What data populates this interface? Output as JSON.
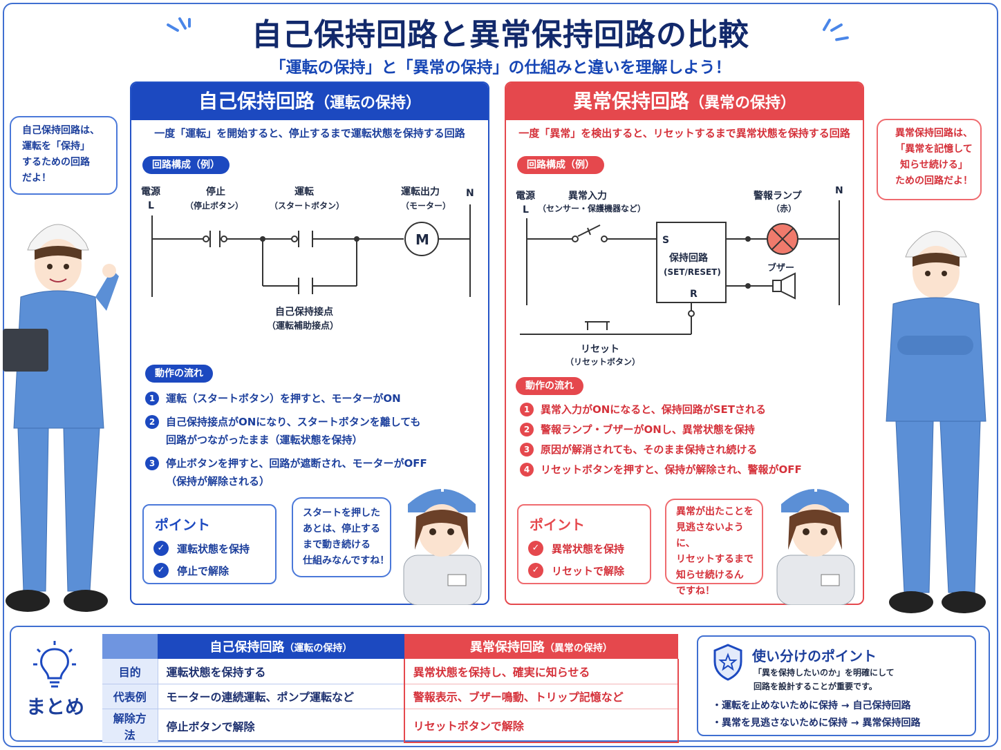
{
  "header": {
    "title": "自己保持回路と異常保持回路の比較",
    "subtitle": "「運転の保持」と「異常の保持」の仕組みと違いを理解しよう！"
  },
  "left_panel": {
    "title": "自己保持回路",
    "title_paren": "（運転の保持）",
    "description": "一度「運転」を開始すると、停止するまで運転状態を保持する回路",
    "circuit_label": "回路構成（例）",
    "circuit": {
      "power": "電源",
      "l": "L",
      "n": "N",
      "stop": "停止",
      "stop_sub": "（停止ボタン）",
      "run": "運転",
      "run_sub": "（スタートボタン）",
      "output": "運転出力",
      "output_sub": "（モーター）",
      "motor": "M",
      "hold_contact": "自己保持接点",
      "hold_contact_sub": "（運転補助接点）"
    },
    "flow_label": "動作の流れ",
    "steps": [
      {
        "num": "1",
        "text": "運転（スタートボタン）を押すと、モーターがON"
      },
      {
        "num": "2",
        "text": "自己保持接点がONになり、スタートボタンを離しても",
        "text2": "回路がつながったまま（運転状態を保持）"
      },
      {
        "num": "3",
        "text": "停止ボタンを押すと、回路が遮断され、モーターがOFF",
        "text2": "（保持が解除される）"
      }
    ],
    "point_title": "ポイント",
    "points": [
      "運転状態を保持",
      "停止で解除"
    ],
    "bubble": [
      "スタートを押した",
      "あとは、停止する",
      "まで動き続ける",
      "仕組みなんですね！"
    ]
  },
  "right_panel": {
    "title": "異常保持回路",
    "title_paren": "（異常の保持）",
    "description": "一度「異常」を検出すると、リセットするまで異常状態を保持する回路",
    "circuit_label": "回路構成（例）",
    "circuit": {
      "power": "電源",
      "l": "L",
      "n": "N",
      "input": "異常入力",
      "input_sub": "（センサー・保護機器など）",
      "block": "保持回路",
      "block_sub": "(SET/RESET)",
      "s": "S",
      "r": "R",
      "lamp": "警報ランプ",
      "lamp_sub": "（赤）",
      "buzzer": "ブザー",
      "reset": "リセット",
      "reset_sub": "（リセットボタン）"
    },
    "flow_label": "動作の流れ",
    "steps": [
      {
        "num": "1",
        "text": "異常入力がONになると、保持回路がSETされる"
      },
      {
        "num": "2",
        "text": "警報ランプ・ブザーがONし、異常状態を保持"
      },
      {
        "num": "3",
        "text": "原因が解消されても、そのまま保持され続ける"
      },
      {
        "num": "4",
        "text": "リセットボタンを押すと、保持が解除され、警報がOFF"
      }
    ],
    "point_title": "ポイント",
    "points": [
      "異常状態を保持",
      "リセットで解除"
    ],
    "bubble": [
      "異常が出たことを",
      "見逃さないように、",
      "リセットするまで",
      "知らせ続けるん",
      "ですね！"
    ]
  },
  "side_bubbles": {
    "left": [
      "自己保持回路は、",
      "運転を「保持」",
      "するための回路",
      "だよ！"
    ],
    "right": [
      "異常保持回路は、",
      "「異常を記憶して",
      "知らせ続ける」",
      "ための回路だよ！"
    ]
  },
  "summary": {
    "label": "まとめ",
    "col_left": "自己保持回路",
    "col_left_paren": "（運転の保持）",
    "col_right": "異常保持回路",
    "col_right_paren": "（異常の保持）",
    "rows": [
      {
        "head": "目的",
        "left": "運転状態を保持する",
        "right": "異常状態を保持し、確実に知らせる"
      },
      {
        "head": "代表例",
        "left": "モーターの連続運転、ポンプ運転など",
        "right": "警報表示、ブザー鳴動、トリップ記憶など"
      },
      {
        "head": "解除方法",
        "left": "停止ボタンで解除",
        "right": "リセットボタンで解除"
      }
    ],
    "usage_title": "使い分けのポイント",
    "usage_text1": "「異を保持したいのか」を明確にして",
    "usage_text2": "回路を設計することが重要です。",
    "usage_items": [
      "・運転を止めないために保持 → 自己保持回路",
      "・異常を見逃さないために保持 → 異常保持回路"
    ]
  },
  "colors": {
    "blue": "#1c49c0",
    "red": "#e5484d",
    "navy": "#12296b",
    "worker_blue": "#5b8fd6"
  }
}
